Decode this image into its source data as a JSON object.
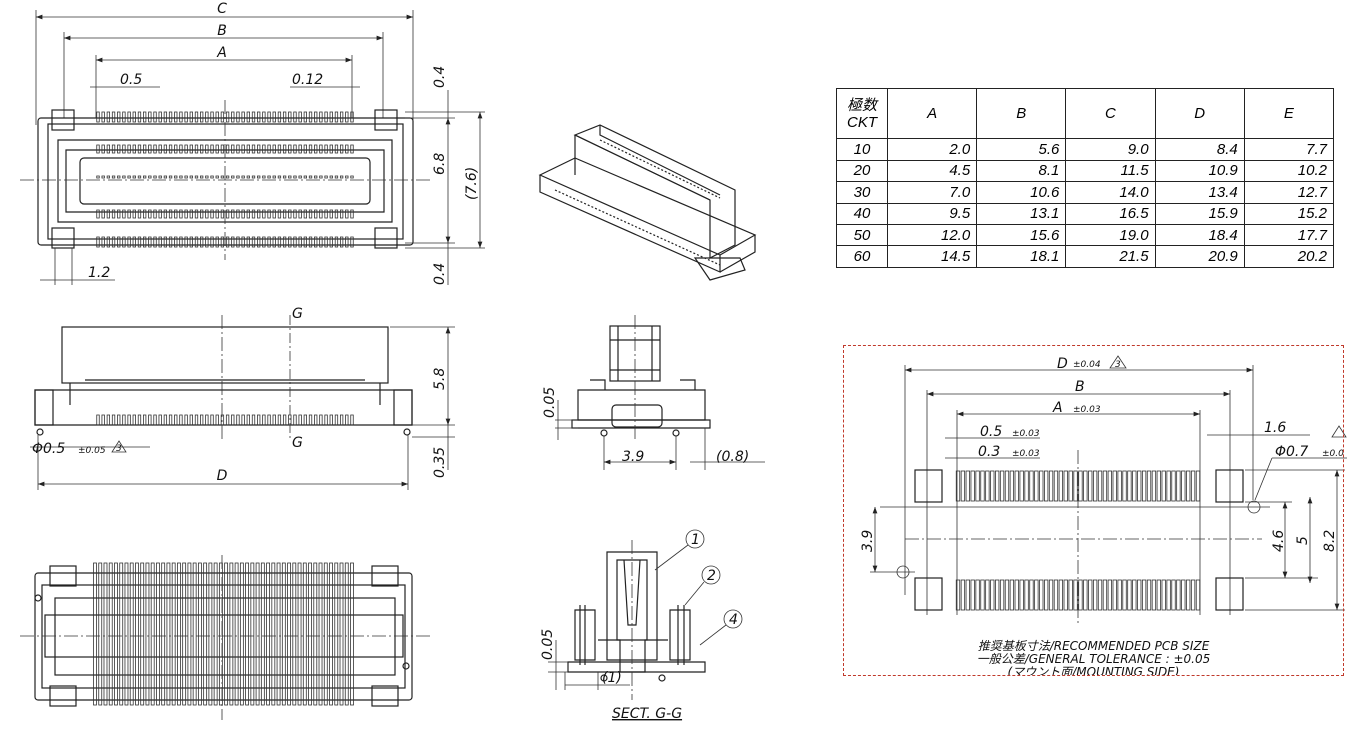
{
  "top_view": {
    "dim_c": "C",
    "dim_b": "B",
    "dim_a": "A",
    "pitch": "0.5",
    "gap": "0.12",
    "top_margin": "0.4",
    "height": "6.8",
    "overall_height": "(7.6)",
    "bottom_margin": "0.4",
    "post_width": "1.2"
  },
  "side_view": {
    "section_mark_top": "G",
    "section_mark_bottom": "G",
    "height": "5.8",
    "peg_dia": "Φ0.5",
    "peg_tol": "±0.05",
    "rev_mark": "3",
    "peg_height": "0.35",
    "dim_d": "D"
  },
  "front_view": {
    "standoff": "0.05",
    "peg_span": "3.9",
    "offset": "(0.8)"
  },
  "section_view": {
    "callouts": [
      "1",
      "2",
      "4"
    ],
    "standoff": "0.05",
    "pitch": "(1)",
    "title": "SECT. G-G"
  },
  "table": {
    "headers": [
      "極数\nCKT",
      "A",
      "B",
      "C",
      "D",
      "E"
    ],
    "header_jp": "極数",
    "header_en": "CKT",
    "rows": [
      [
        "10",
        "2.0",
        "5.6",
        "9.0",
        "8.4",
        "7.7"
      ],
      [
        "20",
        "4.5",
        "8.1",
        "11.5",
        "10.9",
        "10.2"
      ],
      [
        "30",
        "7.0",
        "10.6",
        "14.0",
        "13.4",
        "12.7"
      ],
      [
        "40",
        "9.5",
        "13.1",
        "16.5",
        "15.9",
        "15.2"
      ],
      [
        "50",
        "12.0",
        "15.6",
        "19.0",
        "18.4",
        "17.7"
      ],
      [
        "60",
        "14.5",
        "18.1",
        "21.5",
        "20.9",
        "20.2"
      ]
    ]
  },
  "pcb": {
    "dim_d": "D",
    "dim_d_tol": "±0.04",
    "rev_mark": "3",
    "dim_b": "B",
    "dim_a": "A",
    "dim_a_tol": "±0.03",
    "pitch": "0.5",
    "pitch_tol": "±0.03",
    "pad_width": "0.3",
    "pad_width_tol": "±0.03",
    "post_pad": "1.6",
    "hole_dia": "Φ0.7",
    "hole_tol": "±0.0",
    "hole_offset": "3.9",
    "inner_span": "4.6",
    "pitch_rows": "5",
    "outer_span": "8.2",
    "note_1": "推奨基板寸法/RECOMMENDED PCB SIZE",
    "note_2": "一般公差/GENERAL TOLERANCE : ±0.05",
    "note_3": "(マウント面/MOUNTING SIDE)",
    "border_color": "#c0392b"
  }
}
